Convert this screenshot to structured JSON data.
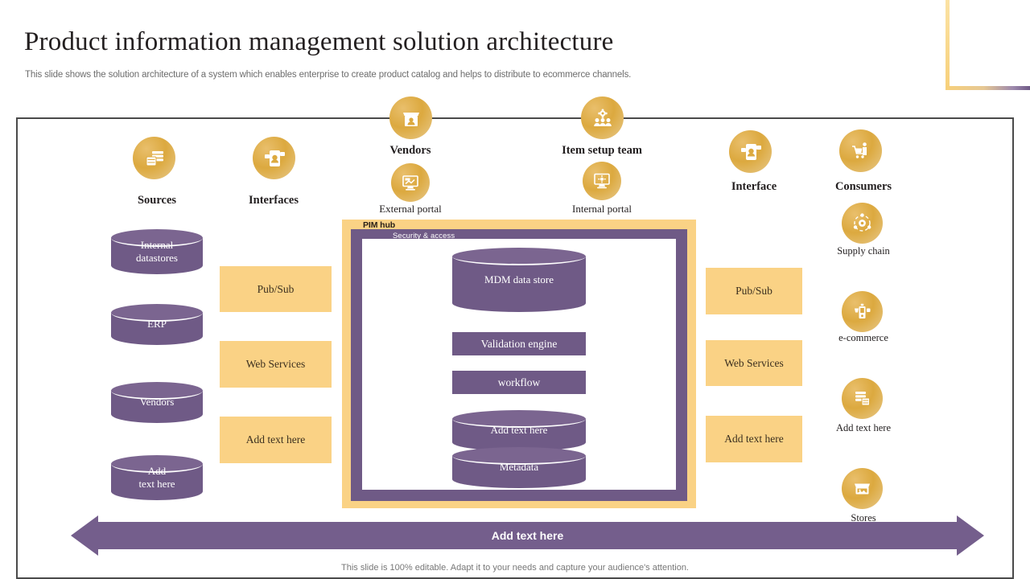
{
  "header": {
    "title": "Product information management solution architecture",
    "subtitle": "This slide shows the solution architecture of a system which enables enterprise to create product catalog and helps to distribute to ecommerce channels."
  },
  "colors": {
    "purple": "#6F5A86",
    "yellow": "#FAD285",
    "gold_icon": "#DCA93F",
    "frame": "#4A4A4A",
    "arrow": "#745E8C"
  },
  "columns": {
    "sources": {
      "heading": "Sources",
      "icon": "database-stack-icon",
      "items": [
        {
          "label": "Internal\ndatastores"
        },
        {
          "label": "ERP"
        },
        {
          "label": "Vendors"
        },
        {
          "label": "Add\ntext here"
        }
      ]
    },
    "interfaces_left": {
      "heading": "Interfaces",
      "icon": "mobile-interface-icon",
      "items": [
        {
          "label": "Pub/Sub"
        },
        {
          "label": "Web Services"
        },
        {
          "label": "Add text here"
        }
      ]
    },
    "interface_right": {
      "heading": "Interface",
      "icon": "mobile-interface-icon",
      "items": [
        {
          "label": "Pub/Sub"
        },
        {
          "label": "Web Services"
        },
        {
          "label": "Add text here"
        }
      ]
    },
    "consumers": {
      "heading": "Consumers",
      "icon": "shopping-cart-person-icon",
      "items": [
        {
          "label": "Supply chain",
          "icon": "supply-chain-gear-icon"
        },
        {
          "label": "e-commerce",
          "icon": "ecommerce-store-icon"
        },
        {
          "label": "Add text here",
          "icon": "database-stack-icon"
        },
        {
          "label": "Stores",
          "icon": "storefront-icon"
        }
      ]
    }
  },
  "actors": {
    "vendors": {
      "heading": "Vendors",
      "icon": "vendor-portal-icon",
      "portal_label": "External  portal",
      "portal_icon": "external-portal-screen-icon"
    },
    "item_setup_team": {
      "heading": "Item setup team",
      "icon": "team-gear-icon",
      "portal_label": "Internal  portal",
      "portal_icon": "internal-portal-screen-icon"
    }
  },
  "pim_hub": {
    "outer_label": "PIM hub",
    "security_label": "Security & access",
    "components": [
      {
        "label": "MDM data  store",
        "type": "cylinder"
      },
      {
        "label": "Validation engine",
        "type": "box"
      },
      {
        "label": "workflow",
        "type": "box"
      },
      {
        "label": "Add text here",
        "type": "cylinder-stack-top"
      },
      {
        "label": "Metadata",
        "type": "cylinder-stack-bottom"
      }
    ]
  },
  "bottom_arrow": {
    "label": "Add text here"
  },
  "footer": {
    "note": "This slide is 100% editable. Adapt it to your needs and capture your audience's attention."
  }
}
